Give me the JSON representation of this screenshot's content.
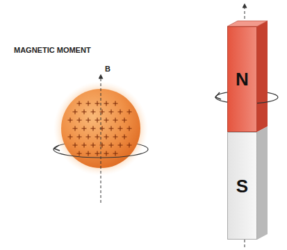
{
  "diagram": {
    "title": "MAGNETIC MOMENT",
    "nodes": [
      {
        "text": [
          "N"
        ]
      },
      {
        "text": [
          "S"
        ]
      }
    ],
    "labels": [
      "B"
    ]
  }
}
